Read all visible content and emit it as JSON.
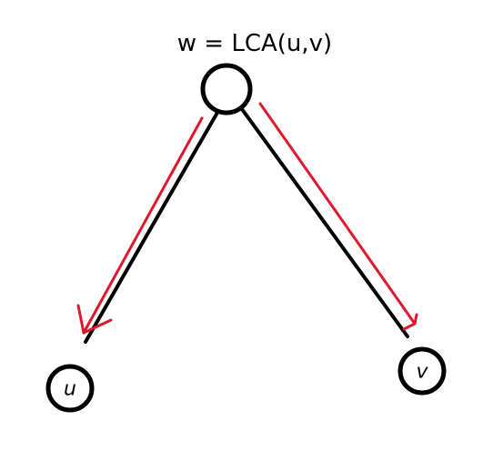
{
  "diagram": {
    "title": "w = LCA(u,v)",
    "nodes": {
      "root": {
        "label": ""
      },
      "u": {
        "label": "u"
      },
      "v": {
        "label": "v"
      }
    },
    "edges": [
      {
        "from": "root",
        "to": "u"
      },
      {
        "from": "root",
        "to": "v"
      }
    ],
    "arrows": [
      {
        "from": "root",
        "to": "u",
        "color": "#e0182d"
      },
      {
        "from": "root",
        "to": "v",
        "color": "#e0182d"
      }
    ],
    "colors": {
      "stroke": "#000000",
      "arrow": "#e0182d",
      "background": "#ffffff"
    }
  }
}
